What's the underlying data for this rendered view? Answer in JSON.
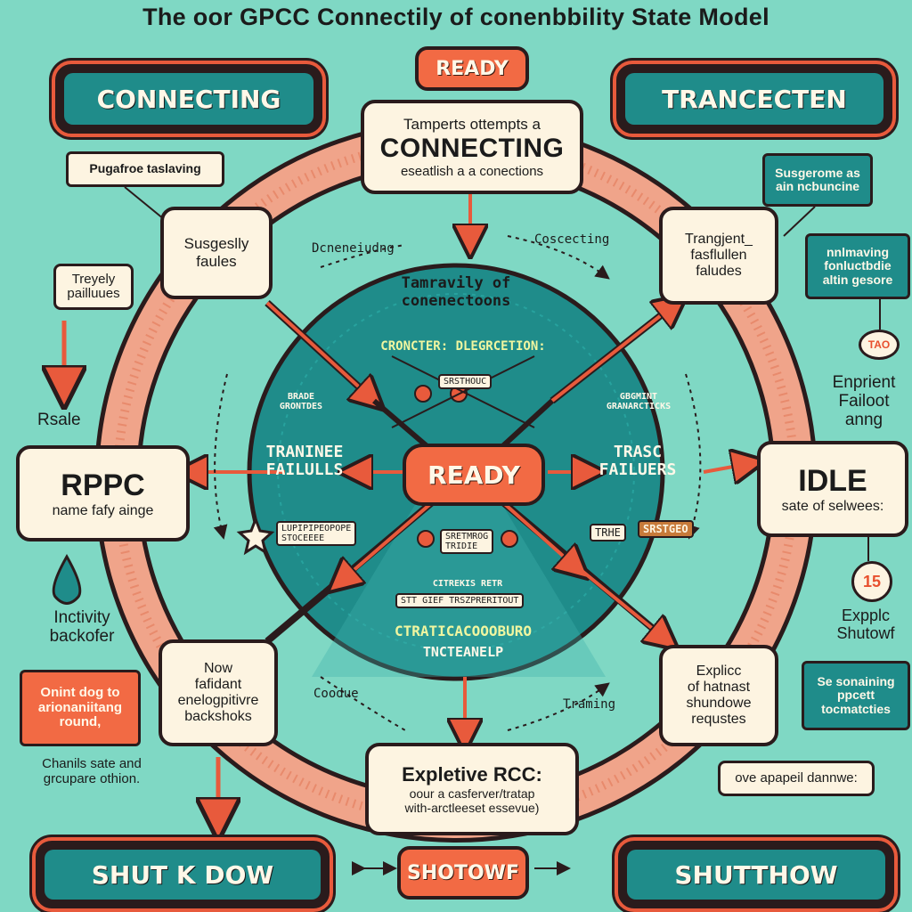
{
  "title": "The oor GPCC Connectily  of conenbbility State Model",
  "top_ready": "READY",
  "center_ready": "READY",
  "corner_pills": {
    "top_left": "CONNECTING",
    "top_right": "TRANCECTEN",
    "bottom_left": "SHUT K  DOW",
    "bottom_center": "SHOTOWF",
    "bottom_right": "SHUTTHOW"
  },
  "top_card": {
    "line1": "Tamperts ottempts a",
    "line2": "CONNECTING",
    "line3": "eseatlish a a conections"
  },
  "left_card": {
    "title": "RPPC",
    "subtitle": "name fafy ainge"
  },
  "right_card": {
    "title": "IDLE",
    "subtitle": "sate of selwees:"
  },
  "bottom_card": {
    "line1": "Expletive RCC:",
    "line2": "oour a casferver/tratap",
    "line3": "with-arctleeset essevue)"
  },
  "ring_cards": {
    "upper_left": "Susgeslly\nfaules",
    "upper_right": "Trangjent_\nfasflullen\nfaludes",
    "lower_left": "Now\nfafidant\nenelogpitivre\nbackshoks",
    "lower_right": "Explicc\nof hatnast\nshundowe\nrequstes"
  },
  "tags": {
    "upper_left_teal": "Pugafroe taslaving",
    "upper_right_teal": "Susgerome as\nain ncbuncine",
    "right_teal": "nnlmaving\nfonluctbdie\naltin gesore",
    "lower_right_teal": "Se sonaining\nppcett\ntocmatcties",
    "lower_left_orange": "Onint dog to\narionaniitang\nround,"
  },
  "notes": {
    "left_note": "Treyely\npailluues",
    "lower_right_note": "ove apapeil dannwe:"
  },
  "free_labels": {
    "rsale": "Rsale",
    "inctivity": "Inctivity\nbackofer",
    "channels": "Chanils sate and\ngrcupare othion.",
    "enprient": "Enprient\nFailoot\nanng",
    "explic": "Expplc\nShutowf",
    "dconnecting": "Dcneneiudng",
    "coscecting": "Coscecting",
    "coodue": "Coodue",
    "traming": "Traming"
  },
  "badges": {
    "tao": "TAO",
    "fifteen": "15"
  },
  "inner_labels": {
    "title": "Tamravily of\nconenectoons",
    "sub": "CRONCTER: DLEGRCETION:",
    "left": "TRANINEE\nFAILULLS",
    "right": "TRASC\nFAILUERS",
    "bottom1": "CTRATICACOOOBURO",
    "bottom2": "TNCTEANELP",
    "left_small": "BRADE\nGRONTDES",
    "right_small": "GBGMINT\nGRANARCTICKS",
    "mid_top": "SRSTHOUC",
    "mid_bottom": "SRETMROG\nTRIDIE",
    "bottom_strip": "STT GIEF TRSZPRERITOUT",
    "citrek": "CITREKIS RETR",
    "left_tag": "LUPIPIPEOPOPE\nSTOCEEEE"
  },
  "small_tags": {
    "trhe": "TRHE",
    "srstgeo": "SRSTGEO"
  },
  "colors": {
    "background": "#7fd8c4",
    "teal": "#1f8c8a",
    "orange": "#f26a44",
    "cream": "#fdf4e1",
    "dark": "#2a1b1c"
  }
}
